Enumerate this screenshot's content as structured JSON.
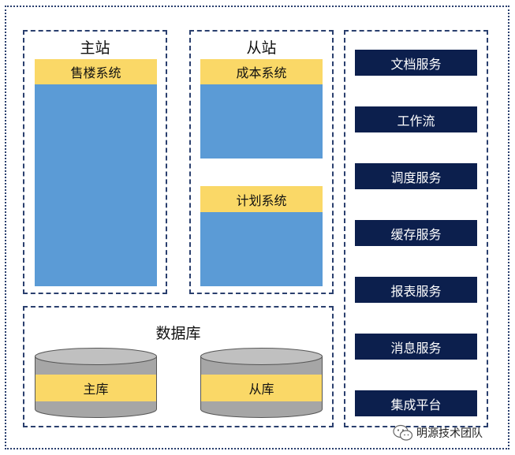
{
  "main_station": {
    "title": "主站",
    "system": "售楼系统"
  },
  "sub_station": {
    "title": "从站",
    "systems": [
      "成本系统",
      "计划系统"
    ]
  },
  "database": {
    "title": "数据库",
    "master": "主库",
    "slave": "从库"
  },
  "services": [
    "文档服务",
    "工作流",
    "调度服务",
    "缓存服务",
    "报表服务",
    "消息服务",
    "集成平台"
  ],
  "watermark": {
    "text": "明源技术团队",
    "icon": "wechat-icon"
  },
  "colors": {
    "border": "#2a3f6e",
    "yellow": "#fad867",
    "blue": "#5b9bd6",
    "navy": "#0c1f4d",
    "cylinder_gray": "#a6a6a6"
  }
}
